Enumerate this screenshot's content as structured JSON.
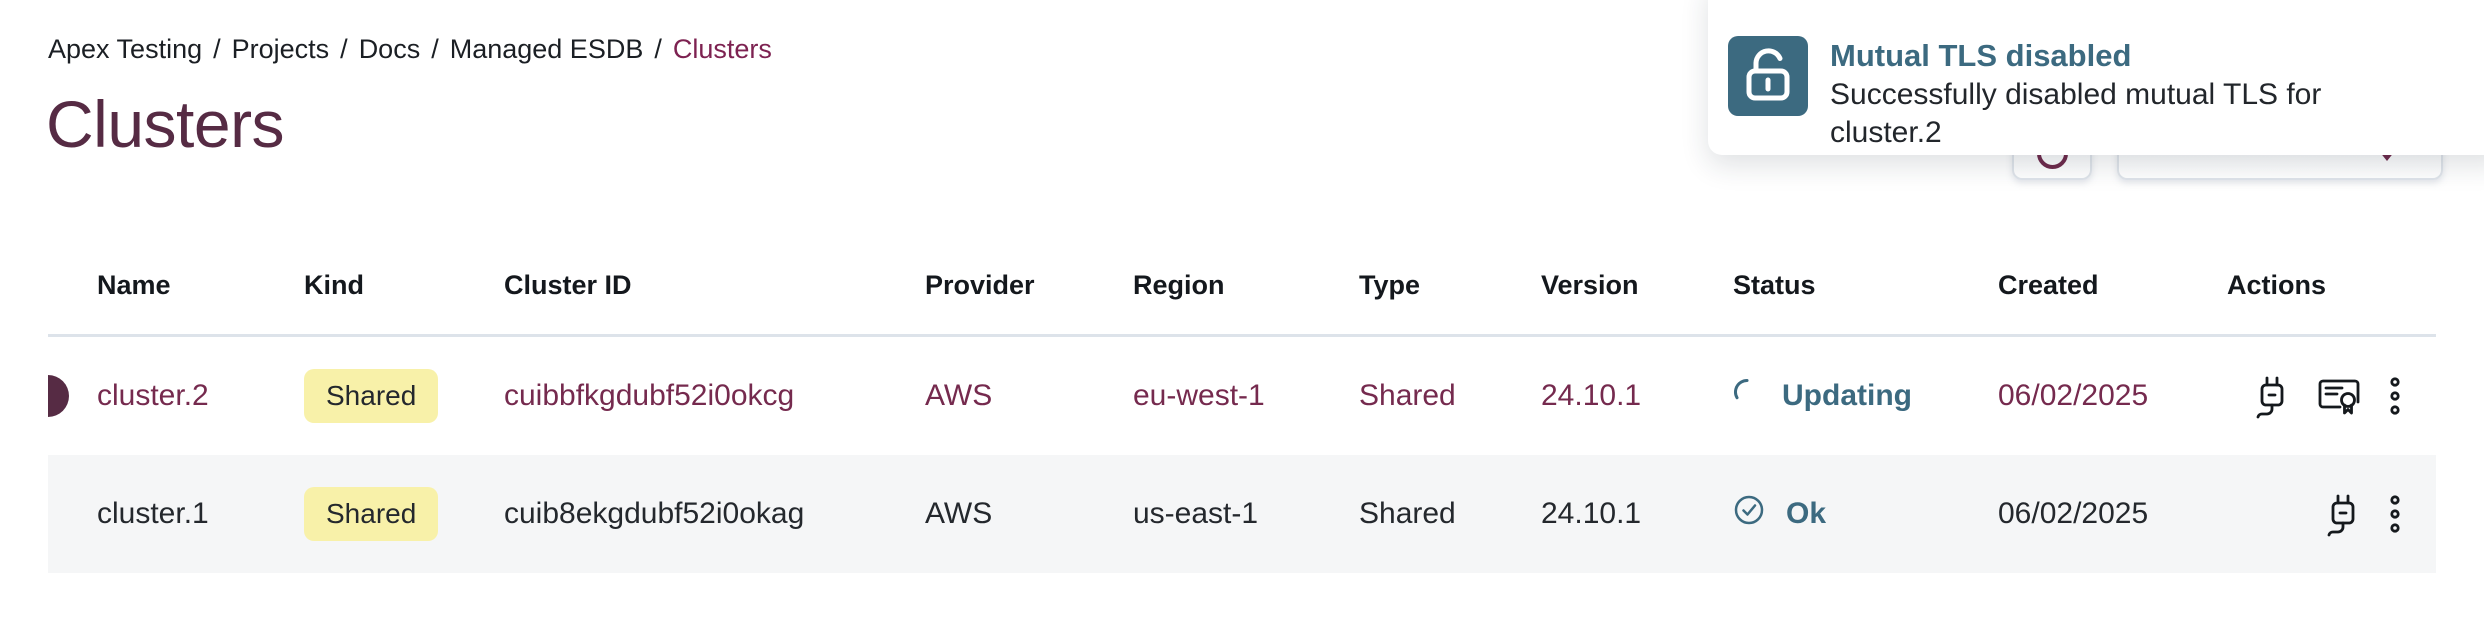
{
  "breadcrumb": {
    "items": [
      "Apex Testing",
      "Projects",
      "Docs",
      "Managed ESDB"
    ],
    "separator": "/",
    "current": "Clusters"
  },
  "page": {
    "title": "Clusters"
  },
  "toast": {
    "icon": "unlock-icon",
    "title": "Mutual TLS disabled",
    "message": "Successfully disabled mutual TLS for cluster.2"
  },
  "toolbar": {
    "refresh_button_icon": "refresh-icon",
    "create_button_icon": "chevron-down-icon"
  },
  "table": {
    "columns": [
      "Name",
      "Kind",
      "Cluster ID",
      "Provider",
      "Region",
      "Type",
      "Version",
      "Status",
      "Created",
      "Actions"
    ],
    "rows": [
      {
        "name": "cluster.2",
        "kind": "Shared",
        "cluster_id": "cuibbfkgdubf52i0okcg",
        "provider": "AWS",
        "region": "eu-west-1",
        "type": "Shared",
        "version": "24.10.1",
        "status": "Updating",
        "status_kind": "updating",
        "created": "06/02/2025",
        "highlighted": true,
        "actions": [
          "connect-icon",
          "certificate-icon",
          "kebab-menu-icon"
        ]
      },
      {
        "name": "cluster.1",
        "kind": "Shared",
        "cluster_id": "cuib8ekgdubf52i0okag",
        "provider": "AWS",
        "region": "us-east-1",
        "type": "Shared",
        "version": "24.10.1",
        "status": "Ok",
        "status_kind": "ok",
        "created": "06/02/2025",
        "highlighted": false,
        "actions": [
          "connect-icon",
          "kebab-menu-icon"
        ]
      }
    ]
  },
  "colors": {
    "brand_maroon": "#562b44",
    "link_maroon": "#752a4e",
    "breadcrumb_current": "#7d2251",
    "accent_teal": "#3c6a80",
    "badge_yellow": "#f8f1a9",
    "row_alt_bg": "#f5f6f7",
    "divider": "#dde3ea"
  }
}
